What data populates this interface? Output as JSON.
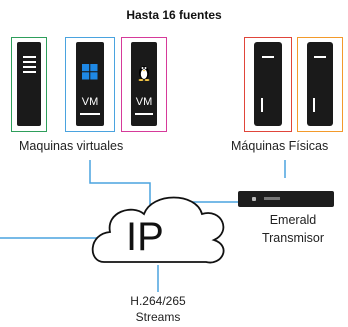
{
  "title": "Hasta 16 fuentes",
  "virtual": {
    "label": "Maquinas virtuales",
    "vm_badge": "VM",
    "sources": [
      {
        "kind": "server",
        "border": "#2e9e5b"
      },
      {
        "kind": "windows-vm",
        "border": "#4aa3df"
      },
      {
        "kind": "linux-vm",
        "border": "#d63a9a"
      }
    ]
  },
  "physical": {
    "label": "Máquinas Físicas",
    "sources": [
      {
        "kind": "pc-tower",
        "border": "#e0453a"
      },
      {
        "kind": "pc-tower",
        "border": "#f39a2b"
      }
    ]
  },
  "cloud": {
    "label": "IP"
  },
  "transmitter": {
    "label_line1": "Emerald",
    "label_line2": "Transmisor"
  },
  "streams": {
    "line1": "H.264/265",
    "line2": "Streams"
  },
  "colors": {
    "connector": "#4aa3df",
    "windows": "#1e88e5",
    "linux": "#f7c948"
  }
}
